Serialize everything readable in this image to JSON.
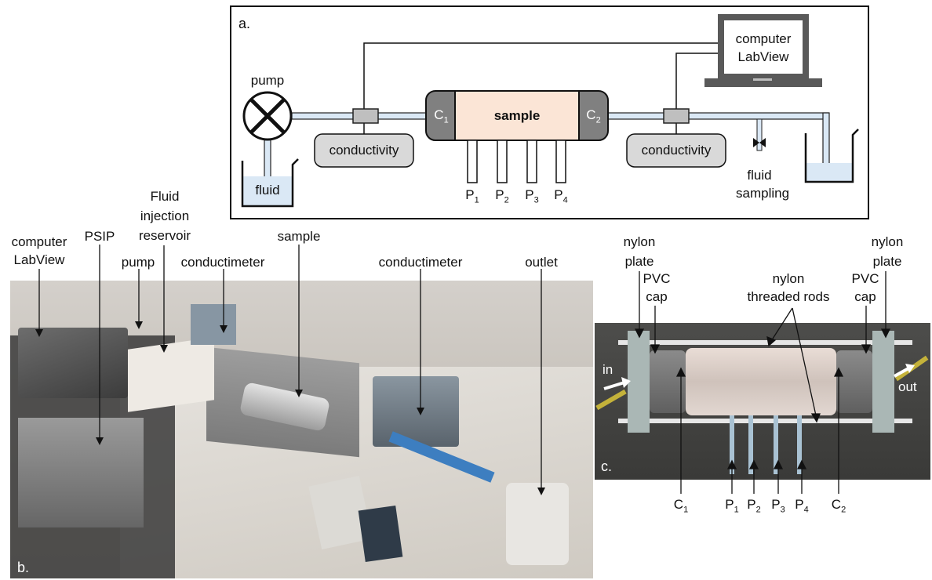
{
  "panel_a": {
    "letter": "a.",
    "pump": "pump",
    "fluid": "fluid",
    "conductivity_left": "conductivity",
    "conductivity_right": "conductivity",
    "sample": "sample",
    "c1": "C",
    "c1_sub": "1",
    "c2": "C",
    "c2_sub": "2",
    "ports": [
      {
        "main": "P",
        "sub": "1"
      },
      {
        "main": "P",
        "sub": "2"
      },
      {
        "main": "P",
        "sub": "3"
      },
      {
        "main": "P",
        "sub": "4"
      }
    ],
    "computer_line1": "computer",
    "computer_line2": "LabView",
    "fluid_sampling_line1": "fluid",
    "fluid_sampling_line2": "sampling"
  },
  "panel_b": {
    "letter": "b.",
    "labels": {
      "computer_line1": "computer",
      "computer_line2": "LabView",
      "psip": "PSIP",
      "fluid_line1": "Fluid",
      "fluid_line2": "injection",
      "fluid_line3": "reservoir",
      "pump": "pump",
      "conductimeter_left": "conductimeter",
      "sample": "sample",
      "conductimeter_right": "conductimeter",
      "outlet": "outlet"
    }
  },
  "panel_c": {
    "letter": "c.",
    "labels": {
      "nylon_plate_left_1": "nylon",
      "nylon_plate_left_2": "plate",
      "pvc_left_1": "PVC",
      "pvc_left_2": "cap",
      "rods_1": "nylon",
      "rods_2": "threaded rods",
      "pvc_right_1": "PVC",
      "pvc_right_2": "cap",
      "nylon_plate_right_1": "nylon",
      "nylon_plate_right_2": "plate",
      "in": "in",
      "out": "out"
    },
    "bottom_labels": [
      {
        "main": "C",
        "sub": "1"
      },
      {
        "main": "P",
        "sub": "1"
      },
      {
        "main": "P",
        "sub": "2"
      },
      {
        "main": "P",
        "sub": "3"
      },
      {
        "main": "P",
        "sub": "4"
      },
      {
        "main": "C",
        "sub": "2"
      }
    ]
  },
  "colors": {
    "sample_fill": "#fbe5d6",
    "cap_fill": "#808080",
    "box_fill": "#d9d9d9",
    "fluid_fill": "#dae8f5",
    "pipe_fill": "#dae8f5"
  }
}
